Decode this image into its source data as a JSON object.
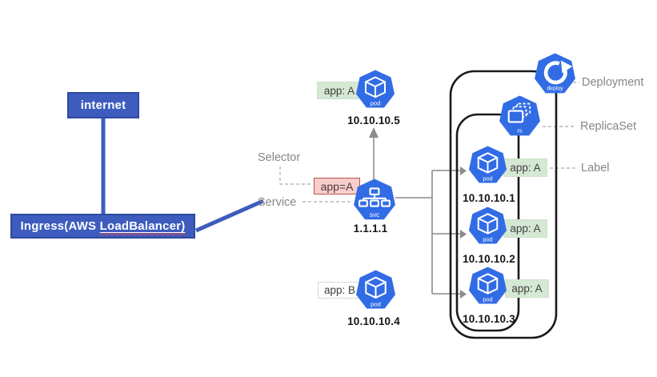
{
  "colors": {
    "box_blue": "#3d5cbe",
    "k8s_blue": "#326ce5",
    "label_green_bg": "#d5e8d4",
    "selector_red_bg": "#f8cecc",
    "selector_red_border": "#b85450",
    "outline_black": "#1a1a1a",
    "text_gray": "#868686"
  },
  "left": {
    "internet_label": "internet",
    "ingress_prefix": "Ingress(AWS ",
    "ingress_misspelled": "LoadBalancer)"
  },
  "service": {
    "selector_label": "Selector",
    "service_label": "Service",
    "selector_badge": "app=A",
    "icon_label": "svc",
    "ip": "1.1.1.1"
  },
  "pods": {
    "top": {
      "badge": "app: A",
      "ip": "10.10.10.5",
      "icon_label": "pod"
    },
    "bottom": {
      "badge": "app: B",
      "ip": "10.10.10.4",
      "icon_label": "pod"
    },
    "replicas": [
      {
        "badge": "app: A",
        "ip": "10.10.10.1",
        "icon_label": "pod"
      },
      {
        "badge": "app: A",
        "ip": "10.10.10.2",
        "icon_label": "pod"
      },
      {
        "badge": "app: A",
        "ip": "10.10.10.3",
        "icon_label": "pod"
      }
    ]
  },
  "right": {
    "deployment_label": "Deployment",
    "replicaset_label": "ReplicaSet",
    "label_label": "Label",
    "deploy_icon_label": "deploy",
    "rs_icon_label": "rs"
  }
}
